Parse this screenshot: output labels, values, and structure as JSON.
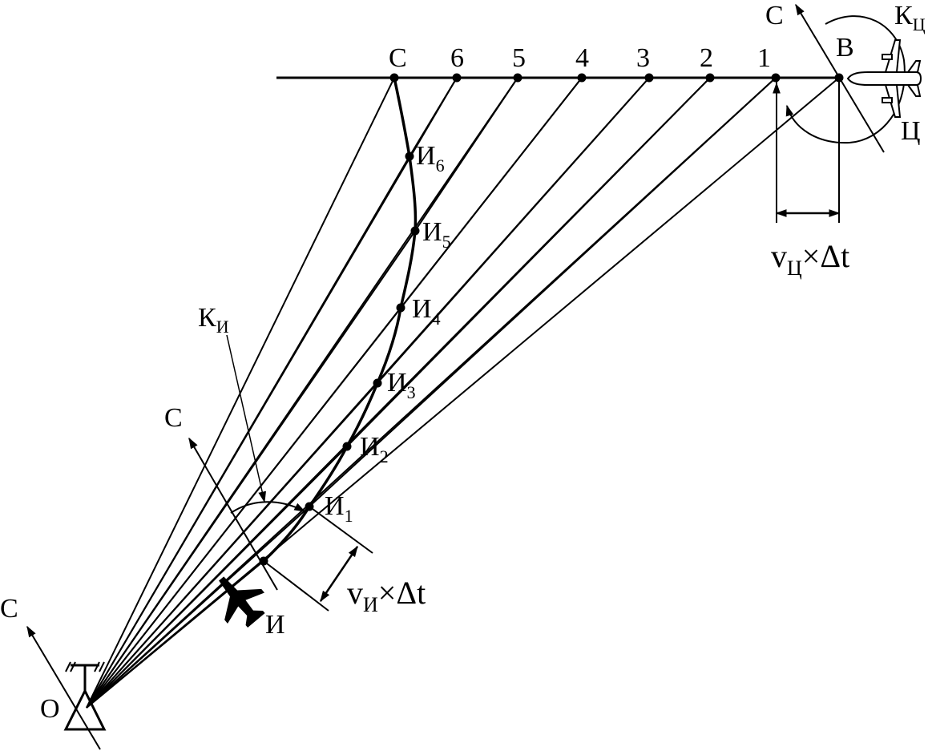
{
  "target_line": {
    "track_labels": [
      "С",
      "6",
      "5",
      "4",
      "3",
      "2",
      "1",
      "В"
    ]
  },
  "interceptor": {
    "track_letter": "И",
    "track_subscripts": [
      "6",
      "5",
      "4",
      "3",
      "2",
      "1"
    ],
    "aircraft_label": "И",
    "course_label_letter": "К",
    "course_label_sub": "И",
    "distance_label": {
      "v": "v",
      "sub": "И",
      "rest": "×Δt"
    }
  },
  "target": {
    "aircraft_label": "Ц",
    "course_label_letter": "К",
    "course_label_sub": "Ц",
    "distance_label": {
      "v": "v",
      "sub": "Ц",
      "rest": "×Δt"
    }
  },
  "north_label": "С",
  "origin_label": "О"
}
